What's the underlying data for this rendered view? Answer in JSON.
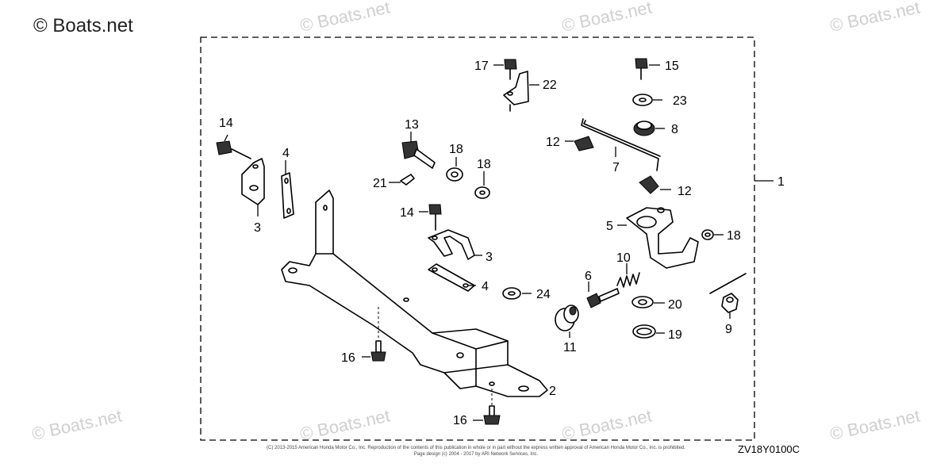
{
  "watermarks": {
    "main": "© Boats.net",
    "faded": "© Boats.net"
  },
  "callouts": [
    {
      "id": "c14a",
      "text": "14"
    },
    {
      "id": "c4a",
      "text": "4"
    },
    {
      "id": "c3a",
      "text": "3"
    },
    {
      "id": "c13",
      "text": "13"
    },
    {
      "id": "c18a",
      "text": "18"
    },
    {
      "id": "c18b",
      "text": "18"
    },
    {
      "id": "c21",
      "text": "21"
    },
    {
      "id": "c17",
      "text": "17"
    },
    {
      "id": "c22",
      "text": "22"
    },
    {
      "id": "c15",
      "text": "15"
    },
    {
      "id": "c23",
      "text": "23"
    },
    {
      "id": "c8",
      "text": "8"
    },
    {
      "id": "c12a",
      "text": "12"
    },
    {
      "id": "c7",
      "text": "7"
    },
    {
      "id": "c12b",
      "text": "12"
    },
    {
      "id": "c1",
      "text": "1"
    },
    {
      "id": "c14b",
      "text": "14"
    },
    {
      "id": "c3b",
      "text": "3"
    },
    {
      "id": "c4b",
      "text": "4"
    },
    {
      "id": "c24",
      "text": "24"
    },
    {
      "id": "c5",
      "text": "5"
    },
    {
      "id": "c18c",
      "text": "18"
    },
    {
      "id": "c10",
      "text": "10"
    },
    {
      "id": "c6",
      "text": "6"
    },
    {
      "id": "c20",
      "text": "20"
    },
    {
      "id": "c11",
      "text": "11"
    },
    {
      "id": "c19",
      "text": "19"
    },
    {
      "id": "c9",
      "text": "9"
    },
    {
      "id": "c16a",
      "text": "16"
    },
    {
      "id": "c2",
      "text": "2"
    },
    {
      "id": "c16b",
      "text": "16"
    }
  ],
  "copyright_line1": "(C) 2013-2015 American Honda Motor Co., Inc. Reproduction of the contents of this publication in whole or in part without the express written approval of American Honda Motor Co., Inc. is prohibited.",
  "copyright_line2": "Page design (c) 2004 - 2017 by ARI Network Services, Inc.",
  "diagram_code": "ZV18Y0100C"
}
